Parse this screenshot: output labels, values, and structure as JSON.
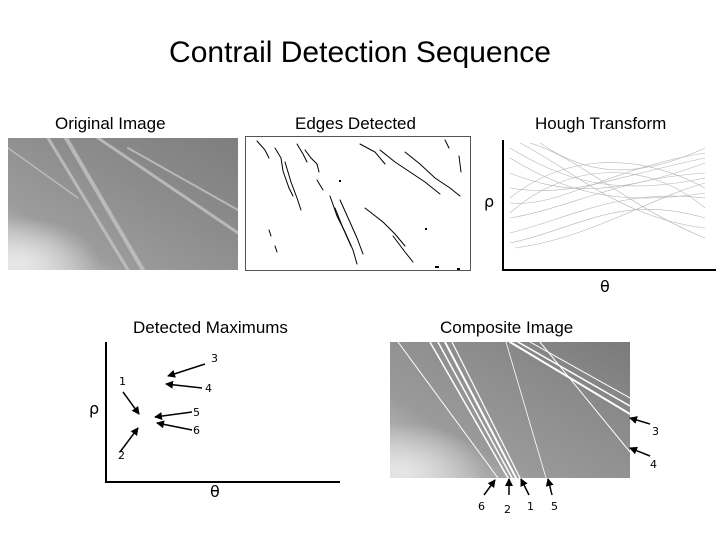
{
  "title": "Contrail Detection Sequence",
  "panels": {
    "original": {
      "label": "Original Image"
    },
    "edges": {
      "label": "Edges Detected"
    },
    "hough": {
      "label": "Hough Transform",
      "y_axis": "ρ",
      "x_axis": "θ"
    },
    "maxima": {
      "label": "Detected Maximums",
      "y_axis": "ρ",
      "x_axis": "θ",
      "markers": [
        "3",
        "1",
        "4",
        "5",
        "6",
        "2"
      ]
    },
    "composite": {
      "label": "Composite Image",
      "right_markers": [
        "3",
        "4"
      ],
      "bottom_markers": [
        "6",
        "2",
        "1",
        "5"
      ]
    }
  }
}
